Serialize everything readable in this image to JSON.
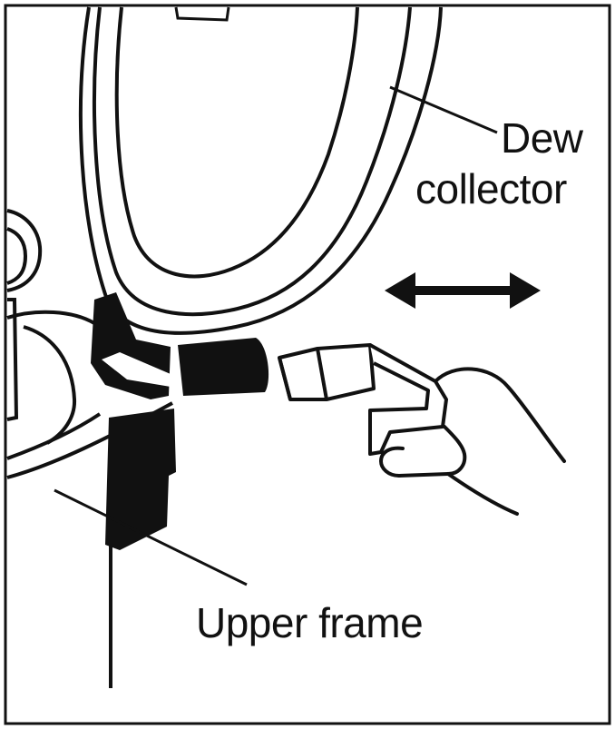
{
  "labels": {
    "dew_collector_line1": "Dew",
    "dew_collector_line2": "collector",
    "upper_frame": "Upper frame"
  },
  "icons": {
    "direction_arrow": "double-headed-horizontal-arrow"
  },
  "colors": {
    "ink": "#111111",
    "paper": "#ffffff"
  }
}
